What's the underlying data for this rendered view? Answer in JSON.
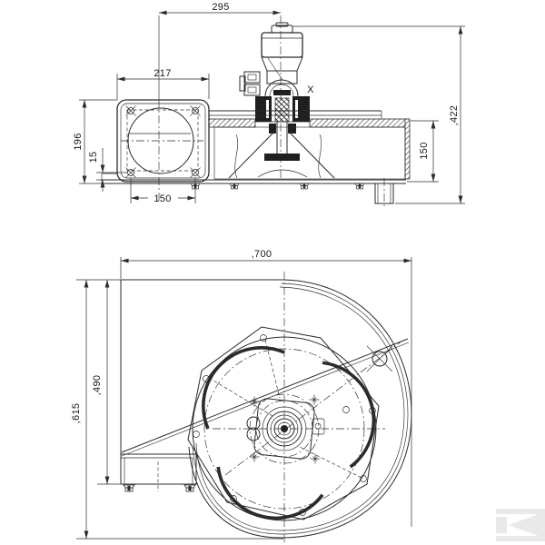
{
  "page": {
    "background": "#ffffff",
    "line_color": "#2b2b2b",
    "text_color": "#1a1a1a"
  },
  "top_view": {
    "labels": {
      "dim_motor_center": "295",
      "dim_flange_width": "217",
      "dim_flange_height": "196",
      "dim_hole_offset": "15",
      "dim_hole_spacing": "150",
      "dim_housing_depth": "150",
      "dim_overall_height": ",422",
      "detail_marker": "X"
    }
  },
  "front_view": {
    "labels": {
      "dim_overall_width": ",700",
      "dim_outlet_height": ",490",
      "dim_overall_height": ",615"
    }
  },
  "watermark": {
    "icon": "kramp-k",
    "color": "#e9e9e9"
  }
}
